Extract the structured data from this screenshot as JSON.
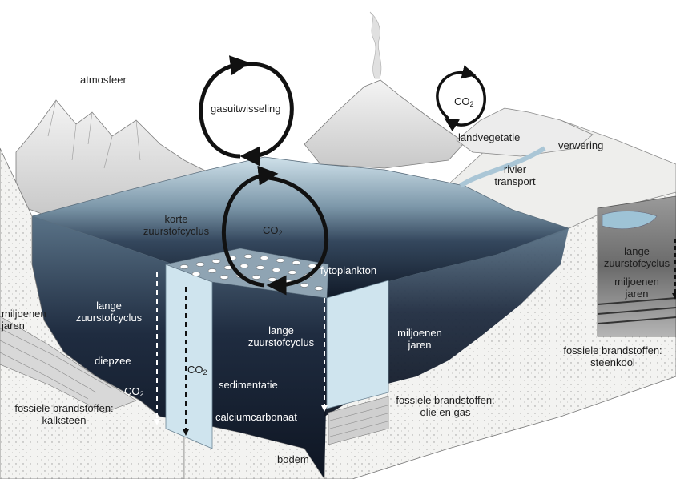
{
  "labels": {
    "atmosfeer": "atmosfeer",
    "gasuitwisseling": "gasuitwisseling",
    "co2_land_base": "CO",
    "co2_sub": "2",
    "landvegetatie": "landvegetatie",
    "verwering": "verwering",
    "rivier": "rivier",
    "transport": "transport",
    "korte_1": "korte",
    "korte_2": "zuurstofcyclus",
    "co2_ocean_base": "CO",
    "fytoplankton": "fytoplankton",
    "lange_r1": "lange",
    "lange_r2": "zuurstofcyclus",
    "miljoenen_r1": "miljoenen",
    "jaren_r": "jaren",
    "miljoenen_l1": "miljoenen",
    "jaren_l": "jaren",
    "lange_l1": "lange",
    "lange_l2": "zuurstofcyclus",
    "diepzee": "diepzee",
    "co2_col_base": "CO",
    "co2_left_base": "CO",
    "fossiel_l1": "fossiele brandstoffen:",
    "fossiel_l2": "kalksteen",
    "lange_m1": "lange",
    "lange_m2": "zuurstofcyclus",
    "sedimentatie": "sedimentatie",
    "calciumcarbonaat": "calciumcarbonaat",
    "miljoenen_m1": "miljoenen",
    "jaren_m": "jaren",
    "fossiel_m1": "fossiele brandstoffen:",
    "fossiel_m2": "olie en gas",
    "fossiel_r1": "fossiele brandstoffen:",
    "fossiel_r2": "steenkool",
    "bodem": "bodem"
  },
  "colors": {
    "sea_light": "#c9dce6",
    "sea_mid": "#5c7a8f",
    "sea_dark": "#141d2c",
    "column": "#cfe4ee",
    "arrow": "#111111"
  }
}
